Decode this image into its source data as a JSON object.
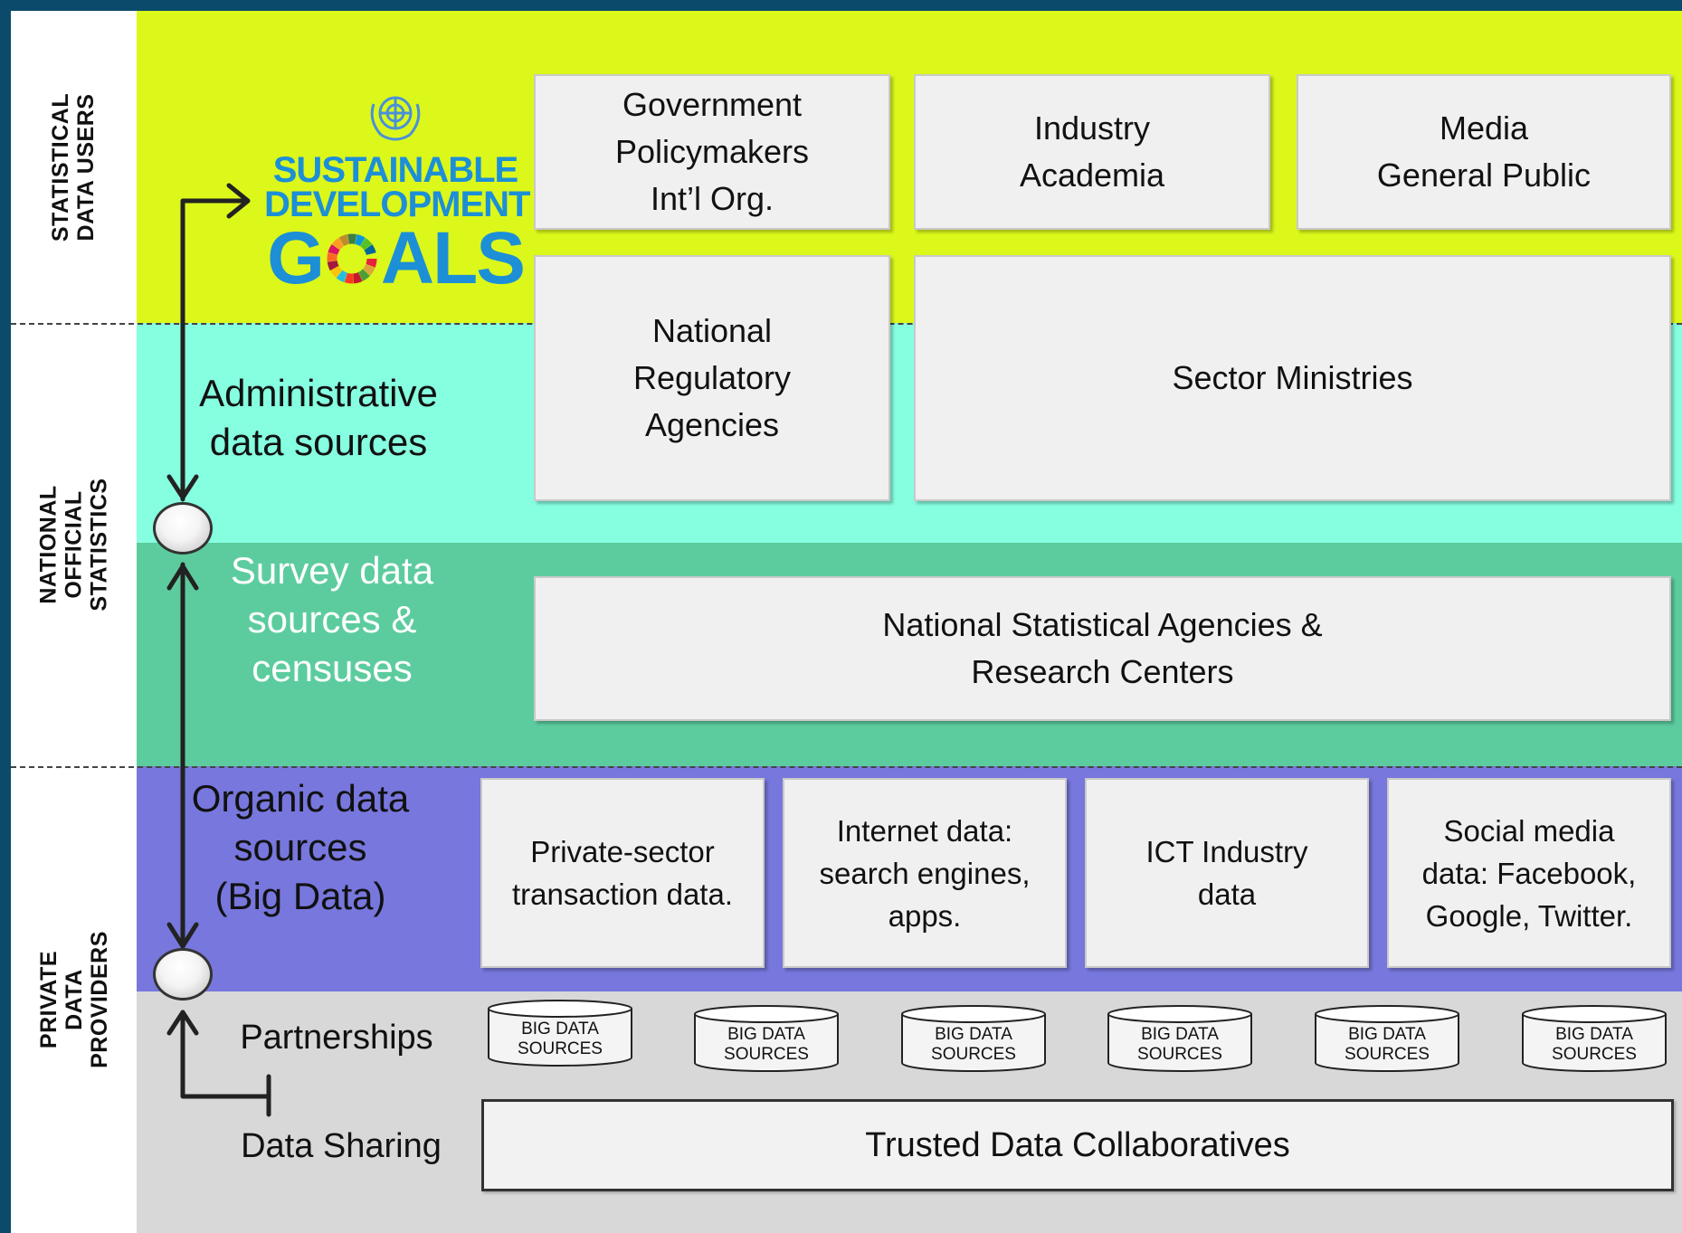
{
  "sections": {
    "users": "STATISTICAL\nDATA USERS",
    "official": "NATIONAL OFFICIAL\nSTATISTICS",
    "private": "PRIVATE DATA\nPROVIDERS"
  },
  "sdg_logo": {
    "line1": "SUSTAINABLE",
    "line2": "DEVELOPMENT",
    "line3a": "G",
    "line3b": "ALS"
  },
  "users": {
    "box1": "Government\nPolicymakers\nInt’l Org.",
    "box2": "Industry\nAcademia",
    "box3": "Media\nGeneral Public"
  },
  "administrative": {
    "label": "Administrative\ndata sources",
    "box1": "National\nRegulatory\nAgencies",
    "box2": "Sector Ministries"
  },
  "survey": {
    "label": "Survey data\nsources &\ncensuses",
    "box": "National Statistical Agencies &\nResearch Centers"
  },
  "organic": {
    "label": "Organic data\nsources\n(Big Data)",
    "boxes": [
      "Private-sector\ntransaction data.",
      "Internet data:\nsearch engines,\napps.",
      "ICT Industry\ndata",
      "Social media\ndata: Facebook,\nGoogle, Twitter."
    ]
  },
  "partnerships": {
    "label": "Partnerships",
    "cylinder_text": "BIG DATA\nSOURCES"
  },
  "sharing": {
    "label": "Data Sharing",
    "box": "Trusted Data Collaboratives"
  },
  "colors": {
    "users_band": "#dcf81a",
    "administrative_band": "#86fee0",
    "survey_band": "#5ccc9e",
    "organic_band": "#7777dd",
    "partnership_band": "#d8d8d8",
    "border": "#0b4a6b",
    "sdg_blue": "#1c8fd7"
  }
}
